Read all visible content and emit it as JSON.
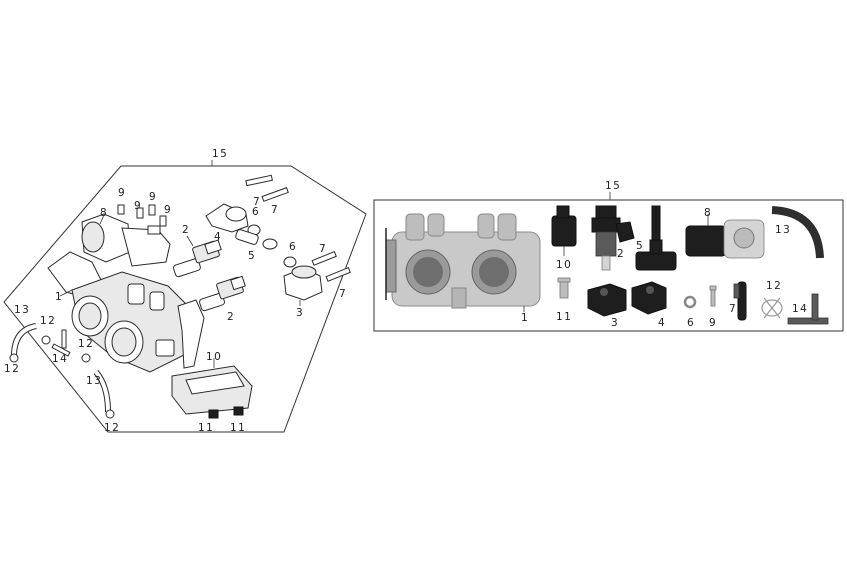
{
  "left_diagram": {
    "labels": {
      "p15": "15",
      "p1": "1",
      "p2a": "2",
      "p2b": "2",
      "p3": "3",
      "p4": "4",
      "p5": "5",
      "p6a": "6",
      "p6b": "6",
      "p7a": "7",
      "p7b": "7",
      "p7c": "7",
      "p7d": "7",
      "p8": "8",
      "p9a": "9",
      "p9b": "9",
      "p9c": "9",
      "p9d": "9",
      "p10": "10",
      "p11a": "11",
      "p11b": "11",
      "p12a": "12",
      "p12b": "12",
      "p12c": "12",
      "p12d": "12",
      "p13a": "13",
      "p13b": "13",
      "p14": "14"
    }
  },
  "right_photo": {
    "labels": {
      "p15": "15",
      "p1": "1",
      "p2": "2",
      "p3": "3",
      "p4": "4",
      "p5": "5",
      "p6": "6",
      "p7": "7",
      "p8": "8",
      "p9": "9",
      "p10": "10",
      "p11": "11",
      "p12": "12",
      "p13": "13",
      "p14": "14"
    }
  }
}
